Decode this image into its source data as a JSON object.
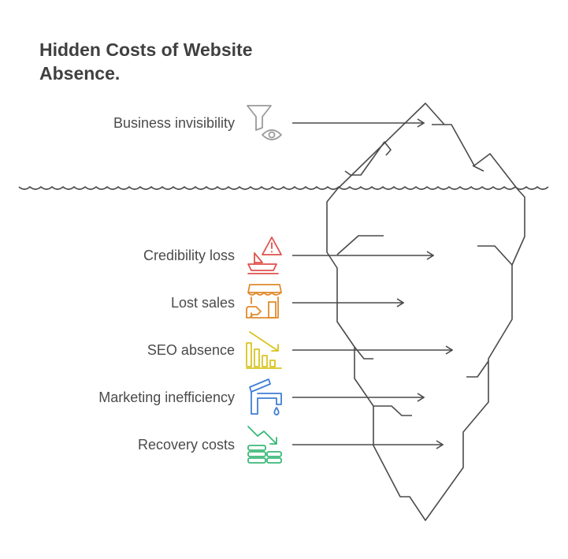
{
  "title": {
    "line1": "Hidden Costs of Website",
    "line2": "Absence."
  },
  "items": [
    {
      "label": "Business invisibility",
      "icon": "funnel-eye-icon",
      "color": "#9a9a9a",
      "zone": "above-water"
    },
    {
      "label": "Credibility loss",
      "icon": "warning-boat-icon",
      "color": "#e0524c",
      "zone": "below-water"
    },
    {
      "label": "Lost sales",
      "icon": "closed-store-icon",
      "color": "#e08a2c",
      "zone": "below-water"
    },
    {
      "label": "SEO absence",
      "icon": "declining-chart-icon",
      "color": "#d9c422",
      "zone": "below-water"
    },
    {
      "label": "Marketing inefficiency",
      "icon": "dripping-faucet-icon",
      "color": "#3f7fd6",
      "zone": "below-water"
    },
    {
      "label": "Recovery costs",
      "icon": "money-down-icon",
      "color": "#3bb878",
      "zone": "below-water"
    }
  ],
  "colors": {
    "line": "#4a4a4a",
    "text": "#404040"
  }
}
